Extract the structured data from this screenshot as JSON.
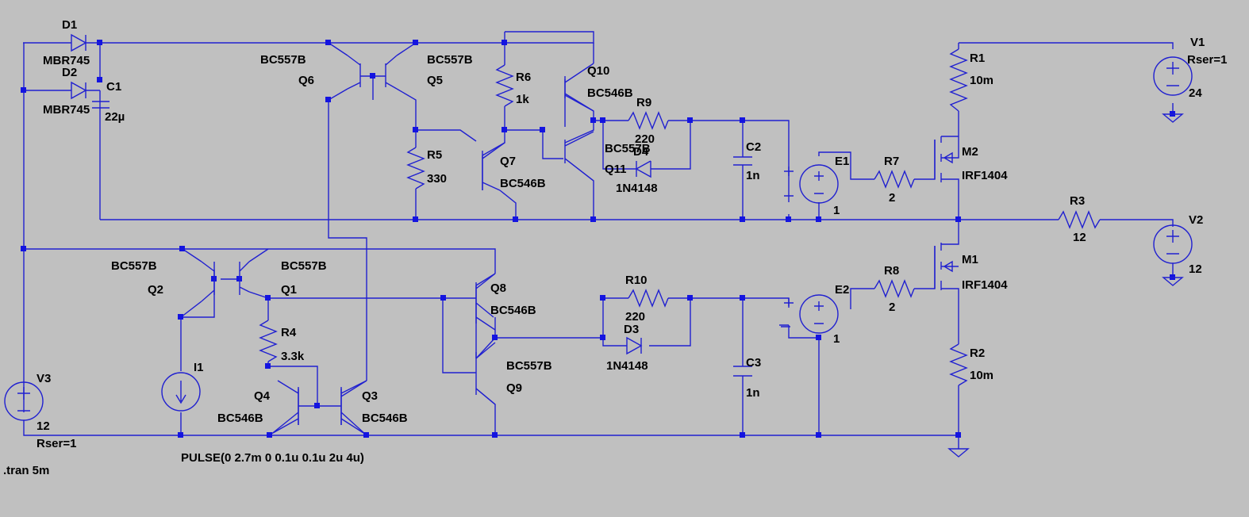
{
  "components": [
    {
      "ref": "D1",
      "value": "MBR745"
    },
    {
      "ref": "D2",
      "value": "MBR745"
    },
    {
      "ref": "C1",
      "value": "22µ"
    },
    {
      "ref": "Q6",
      "value": "BC557B"
    },
    {
      "ref": "Q5",
      "value": "BC557B"
    },
    {
      "ref": "R6",
      "value": "1k"
    },
    {
      "ref": "Q10",
      "value": "BC546B"
    },
    {
      "ref": "R9",
      "value": "220"
    },
    {
      "ref": "Q11",
      "value": "BC557B"
    },
    {
      "ref": "D4",
      "value": "1N4148"
    },
    {
      "ref": "R5",
      "value": "330"
    },
    {
      "ref": "Q7",
      "value": "BC546B"
    },
    {
      "ref": "C2",
      "value": "1n"
    },
    {
      "ref": "E1",
      "value": "1"
    },
    {
      "ref": "R7",
      "value": "2"
    },
    {
      "ref": "M2",
      "value": "IRF1404"
    },
    {
      "ref": "R1",
      "value": "10m"
    },
    {
      "ref": "V1",
      "value": "24",
      "extra": "Rser=1"
    },
    {
      "ref": "R3",
      "value": "12"
    },
    {
      "ref": "V2",
      "value": "12"
    },
    {
      "ref": "Q2",
      "value": "BC557B"
    },
    {
      "ref": "Q1",
      "value": "BC557B"
    },
    {
      "ref": "Q8",
      "value": "BC546B"
    },
    {
      "ref": "R10",
      "value": "220"
    },
    {
      "ref": "D3",
      "value": "1N4148"
    },
    {
      "ref": "R8",
      "value": "2"
    },
    {
      "ref": "E2",
      "value": "1"
    },
    {
      "ref": "M1",
      "value": "IRF1404"
    },
    {
      "ref": "R4",
      "value": "3.3k"
    },
    {
      "ref": "I1",
      "value": "PULSE(0 2.7m 0 0.1u 0.1u 2u 4u)"
    },
    {
      "ref": "Q9",
      "value": "BC557B"
    },
    {
      "ref": "C3",
      "value": "1n"
    },
    {
      "ref": "R2",
      "value": "10m"
    },
    {
      "ref": "Q4",
      "value": "BC546B"
    },
    {
      "ref": "Q3",
      "value": "BC546B"
    },
    {
      "ref": "V3",
      "value": "12",
      "extra": "Rser=1"
    }
  ],
  "directive": ".tran 5m",
  "colors": {
    "background": "#c0c0c0",
    "wire": "#2020d0",
    "junction": "#1414e0",
    "text": "#000000"
  }
}
